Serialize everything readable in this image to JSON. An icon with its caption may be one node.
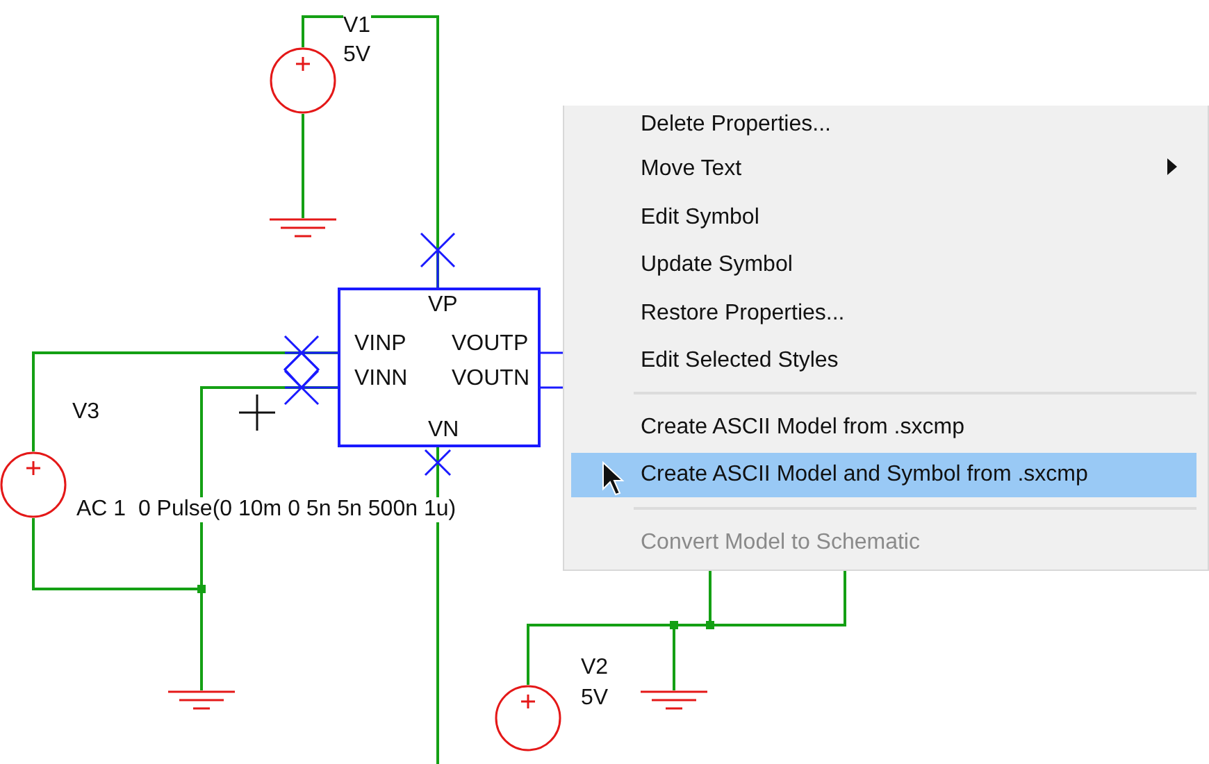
{
  "diagram": {
    "nodes": [
      {
        "text": [],
        "shape": "circle",
        "beside": [
          "V1",
          "5V"
        ]
      },
      {
        "text": [],
        "shape": "ground"
      },
      {
        "text": [
          "VP",
          "VINP",
          "VOUTP",
          "VINN",
          "VOUTN",
          "VN"
        ]
      },
      {
        "text": [],
        "shape": "circle",
        "beside": [
          "V3",
          "AC 1  0 Pulse(0 10m 0 5n 5n 500n 1u)"
        ]
      },
      {
        "text": [],
        "shape": "ground"
      },
      {
        "text": [],
        "shape": "circle",
        "beside": [
          "V2",
          "5V"
        ]
      },
      {
        "text": [],
        "shape": "ground"
      }
    ],
    "edges": [
      {
        "from": 0,
        "to": 2,
        "arrow": "none"
      },
      {
        "from": 0,
        "to": 1,
        "arrow": "none"
      },
      {
        "from": 3,
        "to": 2,
        "arrow": "none"
      },
      {
        "from": 3,
        "to": 4,
        "arrow": "none"
      },
      {
        "from": 4,
        "to": 2,
        "arrow": "none"
      },
      {
        "from": 2,
        "to": null,
        "arrow": "none"
      },
      {
        "from": 5,
        "to": 6,
        "arrow": "none"
      },
      {
        "from": 6,
        "to": null,
        "arrow": "none"
      },
      {
        "from": 6,
        "to": null,
        "arrow": "none"
      }
    ],
    "labels": [
      "Delete Properties...",
      "Move Text",
      "Edit Symbol",
      "Update Symbol",
      "Restore Properties...",
      "Edit Selected Styles",
      "Create ASCII Model from .sxcmp",
      "Create ASCII Model and Symbol from .sxcmp",
      "Convert Model to Schematic"
    ]
  }
}
